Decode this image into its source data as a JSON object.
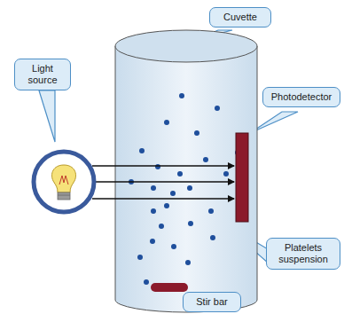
{
  "diagram": {
    "nodes": [
      {
        "text": [
          "Cuvette"
        ]
      },
      {
        "text": [
          "Light source"
        ]
      },
      {
        "text": [
          "Photodetector"
        ]
      },
      {
        "text": [
          "Platelets suspension"
        ]
      },
      {
        "text": [
          "Stir bar"
        ]
      }
    ]
  }
}
